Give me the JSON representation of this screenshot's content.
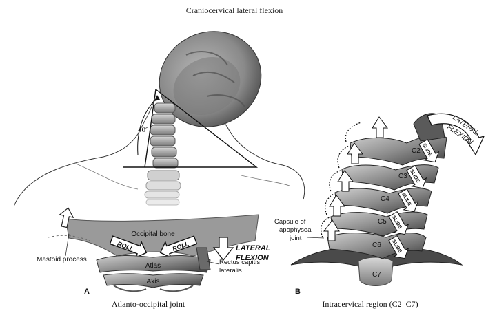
{
  "figure": {
    "title": "Craniocervical lateral flexion",
    "angle_label": "40°",
    "panel_a": {
      "letter": "A",
      "caption": "Atlanto-occipital joint",
      "labels": {
        "occipital_bone": "Occipital bone",
        "roll_left": "ROLL",
        "roll_right": "ROLL",
        "lateral_flexion_line1": "LATERAL",
        "lateral_flexion_line2": "FLEXION",
        "mastoid_process": "Mastoid process",
        "atlas": "Atlas",
        "axis": "Axis",
        "rectus_line1": "Rectus capitis",
        "rectus_line2": "lateralis"
      }
    },
    "panel_b": {
      "letter": "B",
      "caption": "Intracervical region (C2–C7)",
      "labels": {
        "lateral": "LATERAL",
        "flexion": "FLEXION",
        "capsule_line1": "Capsule of",
        "capsule_line2": "apophyseal",
        "capsule_line3": "joint",
        "slide": "SLIDE"
      },
      "vertebrae": [
        "C2",
        "C3",
        "C4",
        "C5",
        "C6",
        "C7"
      ]
    }
  }
}
